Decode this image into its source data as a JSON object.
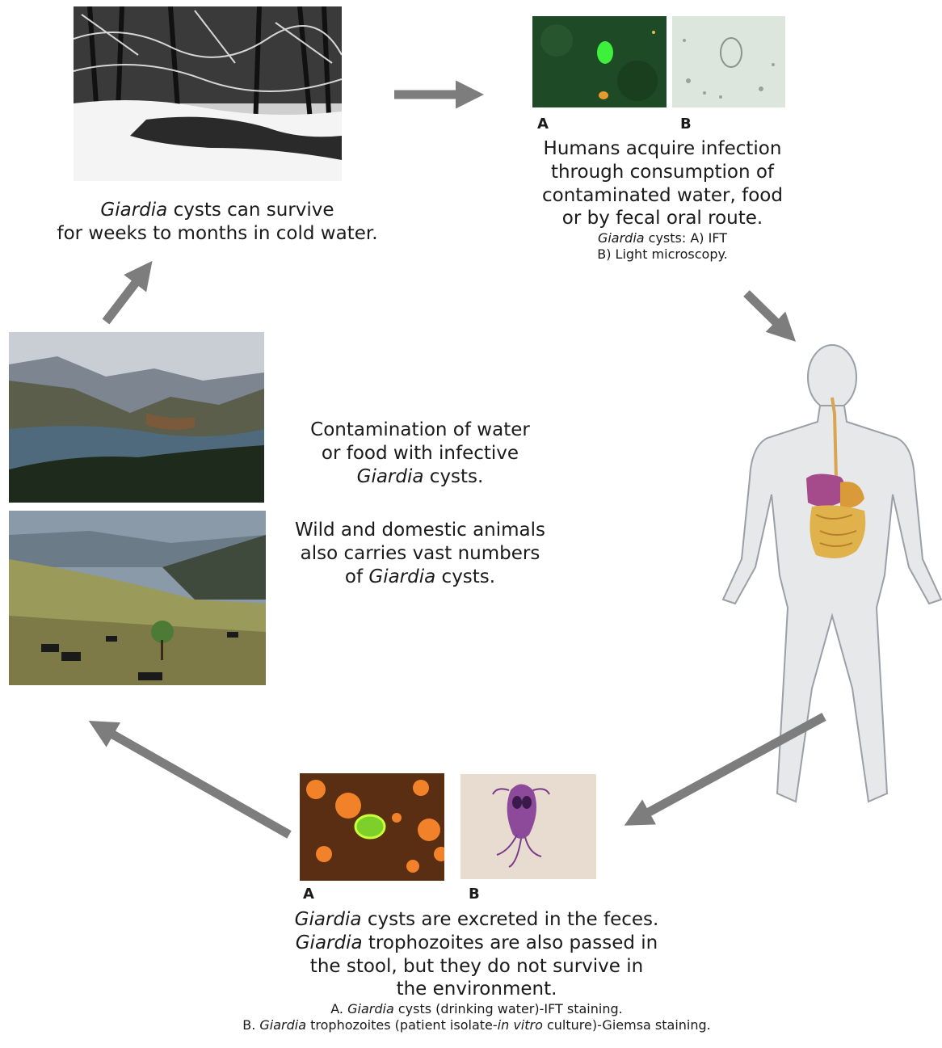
{
  "snow_caption": {
    "line1_em": "Giardia",
    "line1_rest": " cysts can survive",
    "line2": "for weeks to months in cold water."
  },
  "acquire_panel": {
    "label_a": "A",
    "label_b": "B",
    "line1": "Humans acquire infection",
    "line2": "through consumption of",
    "line3": "contaminated water, food",
    "line4": "or by fecal oral route.",
    "note1_em": "Giardia",
    "note1_rest": " cysts: A) IFT",
    "note2": "B) Light microscopy."
  },
  "contamination_caption": {
    "line1": "Contamination of water",
    "line2": "or food with infective",
    "line3_em": "Giardia",
    "line3_rest": " cysts."
  },
  "animals_caption": {
    "line1": "Wild and domestic animals",
    "line2": "also carries vast numbers",
    "line3_pre": "of ",
    "line3_em": "Giardia",
    "line3_rest": " cysts."
  },
  "excretion_panel": {
    "label_a": "A",
    "label_b": "B",
    "line1_em": "Giardia",
    "line1_rest": " cysts are excreted in the feces.",
    "line2_em": "Giardia",
    "line2_rest": " trophozoites are also passed in",
    "line3": "the stool, but they do not survive in",
    "line4": "the environment.",
    "note1_pre": "A. ",
    "note1_em": "Giardia",
    "note1_rest": " cysts (drinking water)-IFT staining.",
    "note2_pre": "B. ",
    "note2_em": "Giardia",
    "note2_mid": " trophozoites (patient isolate-",
    "note2_em2": "in vitro",
    "note2_rest": " culture)-Giemsa staining."
  },
  "colors": {
    "arrow": "#7d7d7d",
    "body_fill": "#e6e8ea",
    "ift_green": "#3cf03c"
  }
}
